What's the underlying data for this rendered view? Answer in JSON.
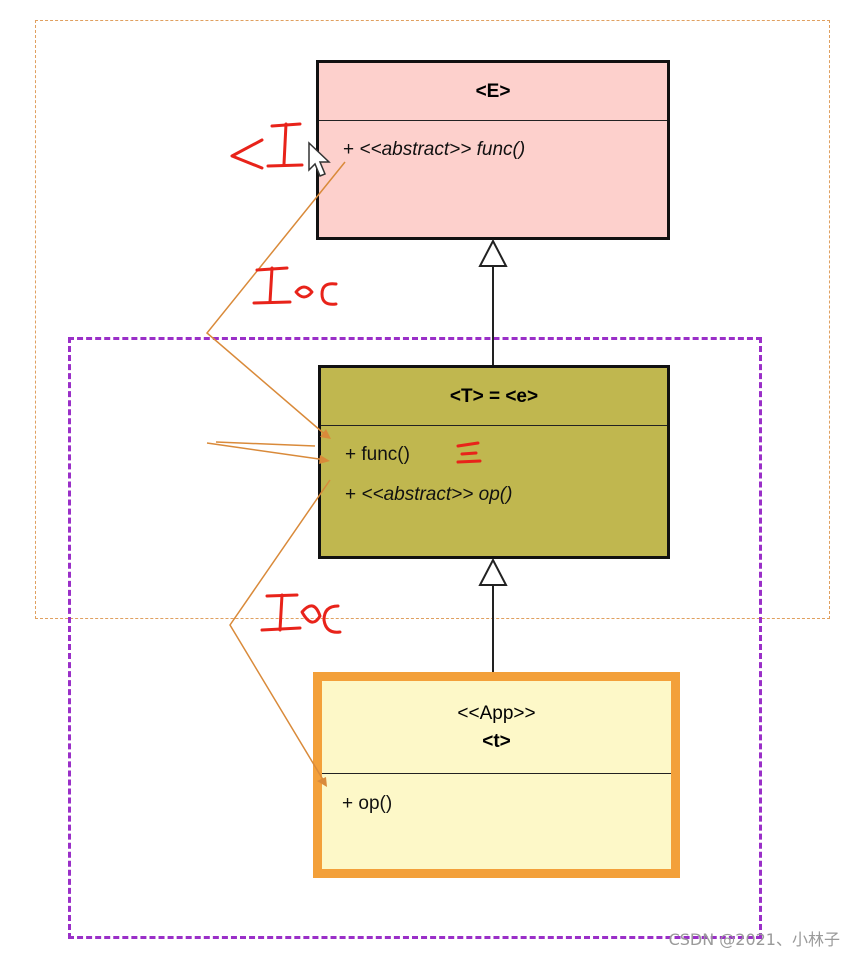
{
  "classes": {
    "e": {
      "title": "<E>",
      "members": [
        {
          "prefix": "+ ",
          "stereotype": "<<abstract>>",
          "name": " func()"
        }
      ]
    },
    "t": {
      "title": "<T> = <e>",
      "members": [
        {
          "prefix": "+ ",
          "name": "func()"
        },
        {
          "prefix": "+ ",
          "stereotype": "<<abstract>>",
          "name": " op()"
        }
      ]
    },
    "app": {
      "stereotype": "<<App>>",
      "title": "<t>",
      "members": [
        {
          "prefix": "+ ",
          "name": "op()"
        }
      ]
    }
  },
  "watermark": "CSDN @2021、小林子",
  "colors": {
    "frame_orange": "#e0a060",
    "frame_purple": "#9a2fc8",
    "annotation_red": "#e8231a",
    "annotation_arrow": "#d98a3a"
  },
  "icons": [
    "mouse-cursor-icon",
    "generalization-arrow-icon"
  ]
}
